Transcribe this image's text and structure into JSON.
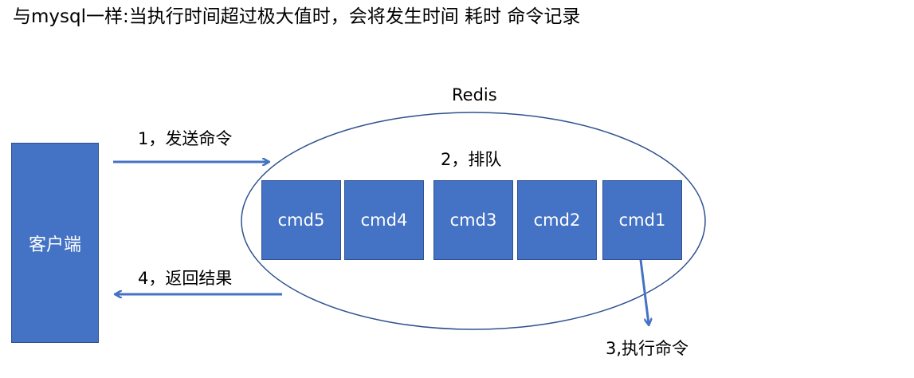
{
  "heading": "与mysql一样:当执行时间超过极大值时，会将发生时间 耗时 命令记录",
  "diagram": {
    "redis_label": "Redis",
    "client_label": "客户端",
    "step1_label": "1，发送命令",
    "step2_label": "2，排队",
    "step3_label": "3,执行命令",
    "step4_label": "4，返回结果",
    "queue": [
      "cmd5",
      "cmd4",
      "cmd3",
      "cmd2",
      "cmd1"
    ]
  },
  "colors": {
    "box_fill": "#4472C4",
    "box_border": "#2F528F",
    "ellipse_stroke": "#2F528F",
    "arrow": "#4472C4"
  }
}
